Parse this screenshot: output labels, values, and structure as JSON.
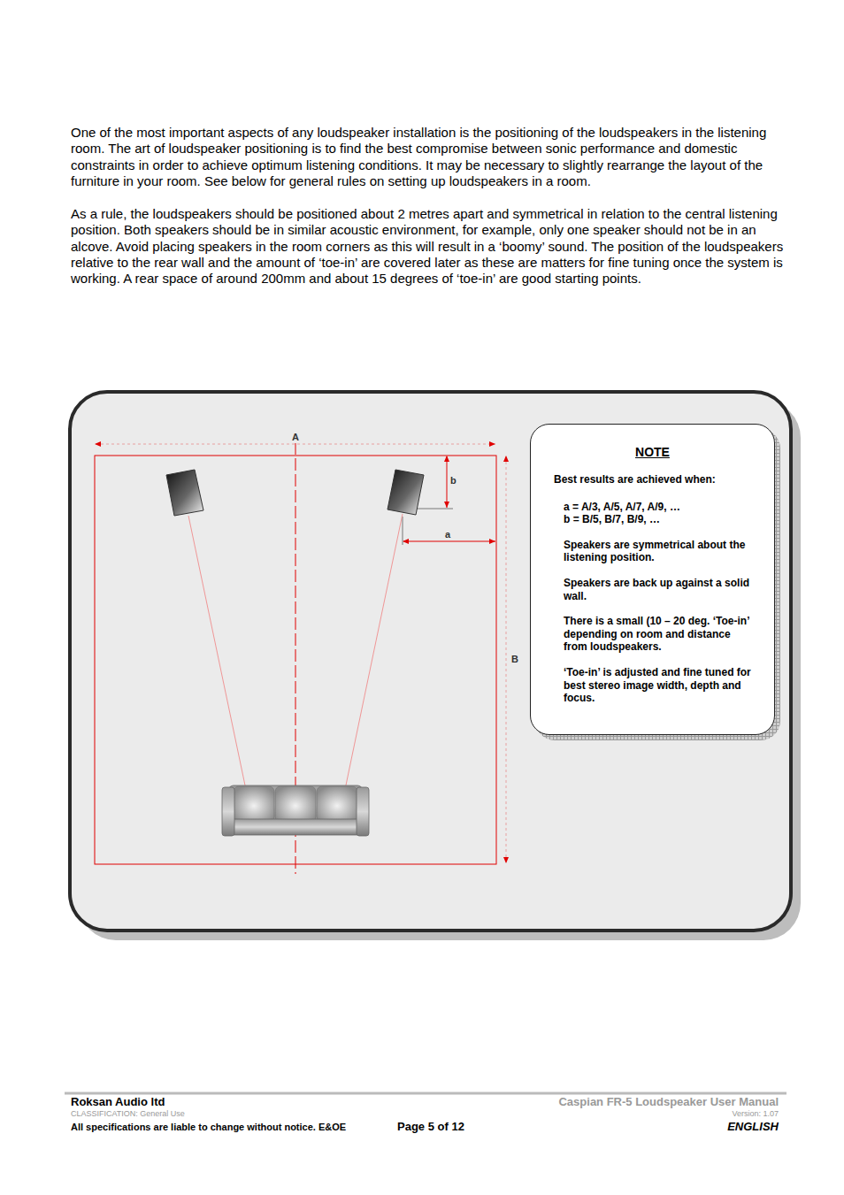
{
  "diagram": {
    "nodes": [
      {
        "text": [
          "NOTE",
          "Best results are achieved when:",
          "a = A/3, A/5, A/7, A/9, …",
          "b = B/5, B/7, B/9, …",
          "Speakers are symmetrical about the listening position.",
          "Speakers are back up against a solid wall.",
          "There is a small (10 – 20 deg. ‘Toe-in’ depending on room and distance from loudspeakers.",
          "‘Toe-in’ is adjusted and fine tuned for best stereo image width, depth and focus."
        ]
      }
    ],
    "labels": [
      "One of the most important aspects of any loudspeaker installation is the positioning of the loudspeakers in the listening room. The art of loudspeaker positioning is to find the best compromise between sonic performance and domestic constraints in order to achieve optimum listening conditions. It may be necessary to slightly rearrange the layout of the furniture in your room. See below for general rules on setting up loudspeakers in a room.",
      "As a rule, the loudspeakers should be positioned about 2 metres apart and symmetrical in relation to the central listening position. Both speakers should be in similar acoustic environment, for example, only one speaker should not be in an alcove. Avoid placing speakers in the room corners as this will result in a ‘boomy’ sound. The position of the loudspeakers relative to the rear wall and the amount of ‘toe-in’ are covered later as these are matters for fine tuning once the system is working. A rear space of around 200mm and about 15 degrees of ‘toe-in’ are good starting points.",
      "A",
      "B",
      "a",
      "b",
      "Roksan Audio ltd",
      "CLASSIFICATION: General Use",
      "All specifications are liable to change without notice. E&OE",
      "Page 5 of 12",
      "Caspian FR-5 Loudspeaker User Manual",
      "Version: 1.07",
      "ENGLISH"
    ]
  }
}
